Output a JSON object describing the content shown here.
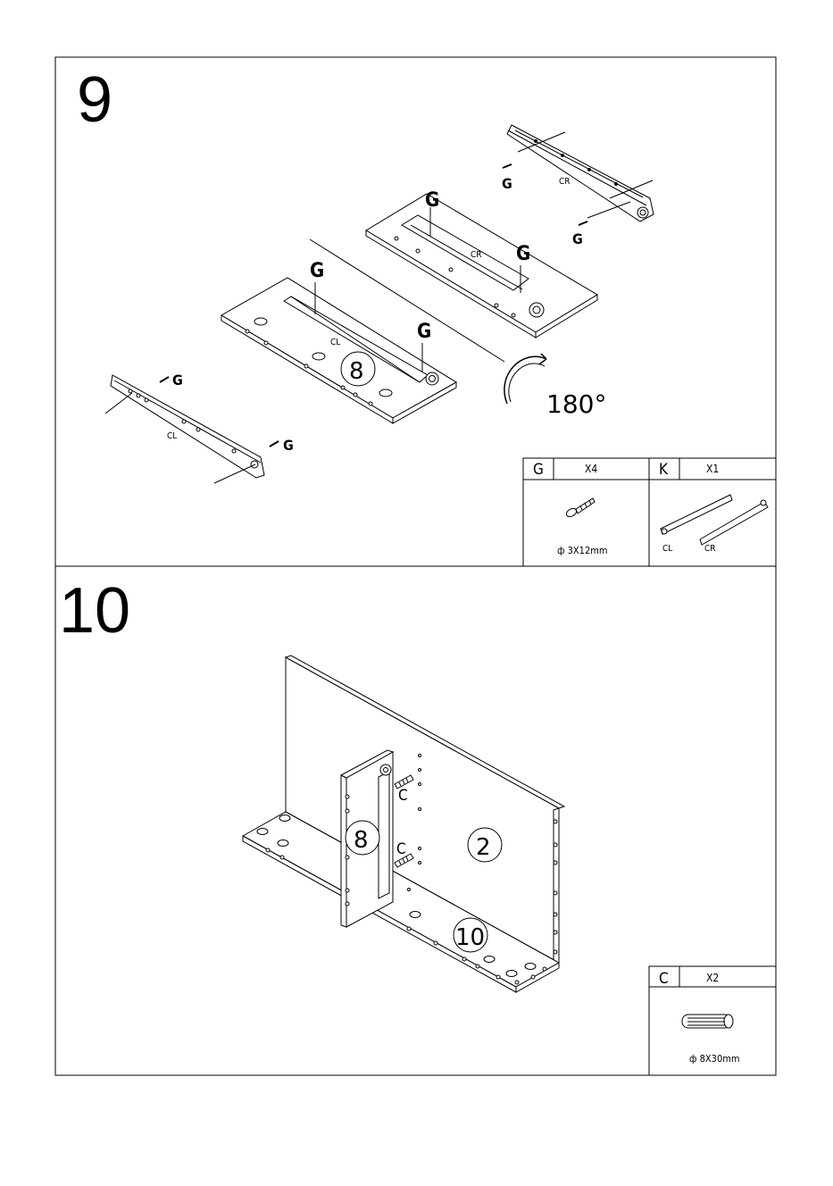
{
  "step9": {
    "number": "9",
    "part_number": "8",
    "rotate_label": "180°",
    "rail_label_left": "CL",
    "rail_label_right": "CR",
    "screw_letter": "G",
    "hardware": [
      {
        "letter": "G",
        "qty": "X4",
        "spec": "ф 3X12mm",
        "icon": "screw-icon"
      },
      {
        "letter": "K",
        "qty": "X1",
        "labels": [
          "CL",
          "CR"
        ],
        "icon": "drawer-rails-icon"
      }
    ]
  },
  "step10": {
    "number": "10",
    "parts": [
      "8",
      "2",
      "10"
    ],
    "dowel_letter": "C",
    "hardware": [
      {
        "letter": "C",
        "qty": "X2",
        "spec": "ф 8X30mm",
        "icon": "dowel-icon"
      }
    ]
  }
}
